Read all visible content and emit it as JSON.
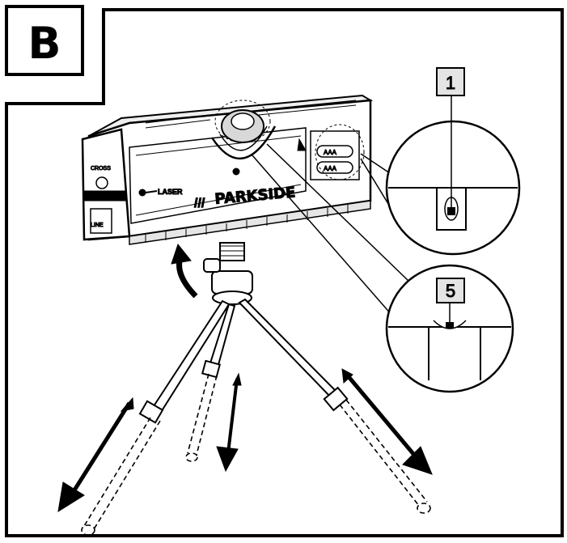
{
  "figure": {
    "label": "B"
  },
  "device": {
    "brand": "PARKSIDE",
    "laser_label": "LASER",
    "cross_label": "CROSS",
    "line_label": "LINE",
    "battery_labels": [
      "AAA",
      "AAA"
    ]
  },
  "callouts": [
    {
      "number": "1"
    },
    {
      "number": "5"
    }
  ],
  "colors": {
    "ink": "#000000",
    "background": "#ffffff",
    "shade": "#d8d8d8"
  }
}
